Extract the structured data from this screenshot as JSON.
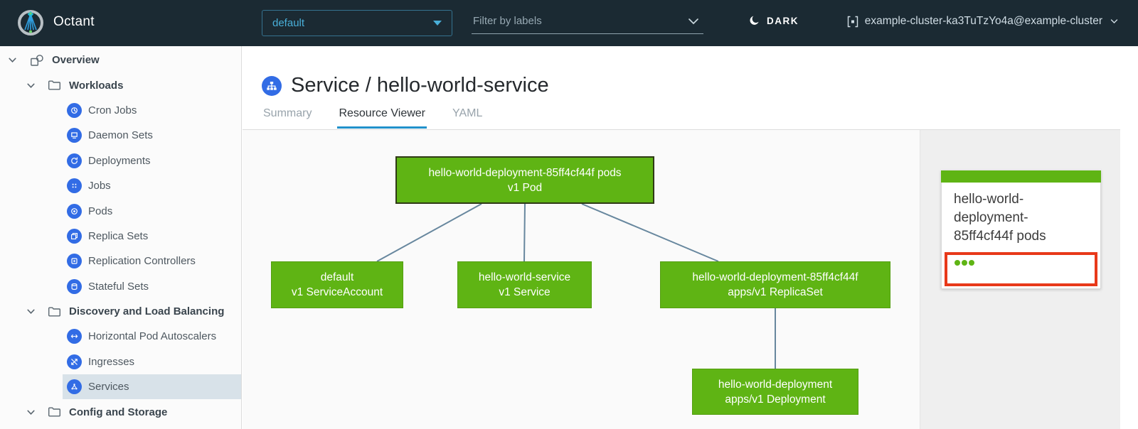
{
  "header": {
    "app_name": "Octant",
    "namespace_dropdown": {
      "value": "default"
    },
    "filter_input": {
      "placeholder": "Filter by labels"
    },
    "theme_toggle": {
      "label": "DARK"
    },
    "context_switcher": {
      "label": "example-cluster-ka3TuTzYo4a@example-cluster"
    }
  },
  "sidebar": {
    "items": [
      {
        "label": "Overview",
        "type": "root",
        "icon": "overview-icon",
        "expanded": true
      },
      {
        "label": "Workloads",
        "type": "group",
        "icon": "folder-icon",
        "expanded": true
      },
      {
        "label": "Cron Jobs",
        "type": "item",
        "icon": "cron-jobs-icon"
      },
      {
        "label": "Daemon Sets",
        "type": "item",
        "icon": "daemon-sets-icon"
      },
      {
        "label": "Deployments",
        "type": "item",
        "icon": "deployments-icon"
      },
      {
        "label": "Jobs",
        "type": "item",
        "icon": "jobs-icon"
      },
      {
        "label": "Pods",
        "type": "item",
        "icon": "pods-icon"
      },
      {
        "label": "Replica Sets",
        "type": "item",
        "icon": "replica-sets-icon"
      },
      {
        "label": "Replication Controllers",
        "type": "item",
        "icon": "replication-controllers-icon"
      },
      {
        "label": "Stateful Sets",
        "type": "item",
        "icon": "stateful-sets-icon"
      },
      {
        "label": "Discovery and Load Balancing",
        "type": "group",
        "icon": "folder-icon",
        "expanded": true
      },
      {
        "label": "Horizontal Pod Autoscalers",
        "type": "item",
        "icon": "hpa-icon"
      },
      {
        "label": "Ingresses",
        "type": "item",
        "icon": "ingresses-icon"
      },
      {
        "label": "Services",
        "type": "item",
        "icon": "services-icon",
        "selected": true
      },
      {
        "label": "Config and Storage",
        "type": "group",
        "icon": "folder-icon",
        "expanded": true
      }
    ]
  },
  "main": {
    "title": "Service / hello-world-service",
    "tabs": [
      {
        "label": "Summary",
        "active": false
      },
      {
        "label": "Resource Viewer",
        "active": true
      },
      {
        "label": "YAML",
        "active": false
      }
    ]
  },
  "graph": {
    "nodes": [
      {
        "id": "pod",
        "line1": "hello-world-deployment-85ff4cf44f pods",
        "line2": "v1 Pod",
        "selected": true
      },
      {
        "id": "serviceaccount",
        "line1": "default",
        "line2": "v1 ServiceAccount",
        "selected": false
      },
      {
        "id": "service",
        "line1": "hello-world-service",
        "line2": "v1 Service",
        "selected": false
      },
      {
        "id": "replicaset",
        "line1": "hello-world-deployment-85ff4cf44f",
        "line2": "apps/v1 ReplicaSet",
        "selected": false
      },
      {
        "id": "deployment",
        "line1": "hello-world-deployment",
        "line2": "apps/v1 Deployment",
        "selected": false
      }
    ],
    "edges": [
      [
        "pod",
        "serviceaccount"
      ],
      [
        "pod",
        "service"
      ],
      [
        "pod",
        "replicaset"
      ],
      [
        "replicaset",
        "deployment"
      ]
    ]
  },
  "detail_panel": {
    "card": {
      "title": "hello-world-deployment-85ff4cf44f pods",
      "status_dot_count": 3
    }
  },
  "colors": {
    "header_bg": "#1b2a33",
    "accent_blue": "#49afd9",
    "icon_blue": "#326ce5",
    "tab_blue": "#2191cb",
    "node_green": "#5fb414",
    "selected_row": "#d8e2e9",
    "highlight_red": "#e8391a",
    "edge_blue": "#67879e"
  }
}
